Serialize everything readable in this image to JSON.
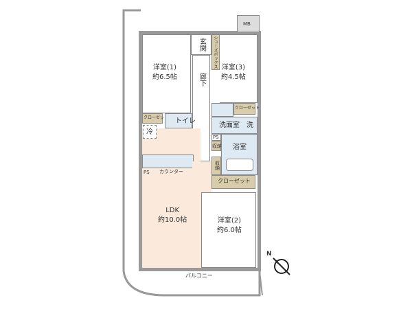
{
  "rooms": {
    "western1": {
      "name": "洋室(1)",
      "size": "約6.5帖"
    },
    "western3": {
      "name": "洋室(3)",
      "size": "約4.5帖"
    },
    "western2": {
      "name": "洋室(2)",
      "size": "約6.0帖"
    },
    "ldk": {
      "name": "LDK",
      "size": "約10.0帖"
    },
    "entrance": "玄関",
    "shoebox": "シューズボックス",
    "hallway": "廊下",
    "closet_small_1": "クローゼット",
    "closet_small_3": "クローゼット",
    "toilet": "トイレ",
    "fridge": "冷",
    "washroom": "洗面室",
    "washer": "洗",
    "ps1": "PS",
    "ps2": "PS",
    "storage1": "収納",
    "storage2": "収納",
    "bath": "浴室",
    "closet_big": "クローゼット",
    "counter": "カウンター",
    "mb": "MB",
    "balcony": "バルコニー"
  },
  "compass": {
    "label": "N"
  },
  "colors": {
    "wall": "#9a9a9a",
    "storage": "#d9ccaa",
    "wet": "#dde9f3",
    "ldk": "#fbeadb"
  }
}
